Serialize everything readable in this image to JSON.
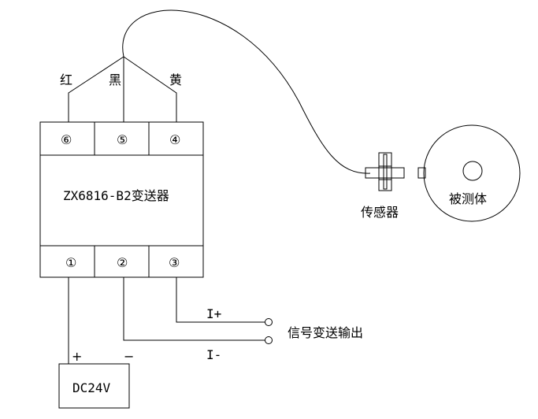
{
  "wire_colors": {
    "left": "红",
    "middle": "黑",
    "right": "黄"
  },
  "transmitter": {
    "model": "ZX6816-B2变送器",
    "top_terminals": [
      "⑥",
      "⑤",
      "④"
    ],
    "bottom_terminals": [
      "①",
      "②",
      "③"
    ]
  },
  "sensor": {
    "label": "传感器"
  },
  "target": {
    "label": "被测体"
  },
  "output": {
    "label": "信号变送输出",
    "plus": "I+",
    "minus": "I-"
  },
  "power": {
    "label": "DC24V",
    "plus": "+",
    "minus": "−"
  }
}
